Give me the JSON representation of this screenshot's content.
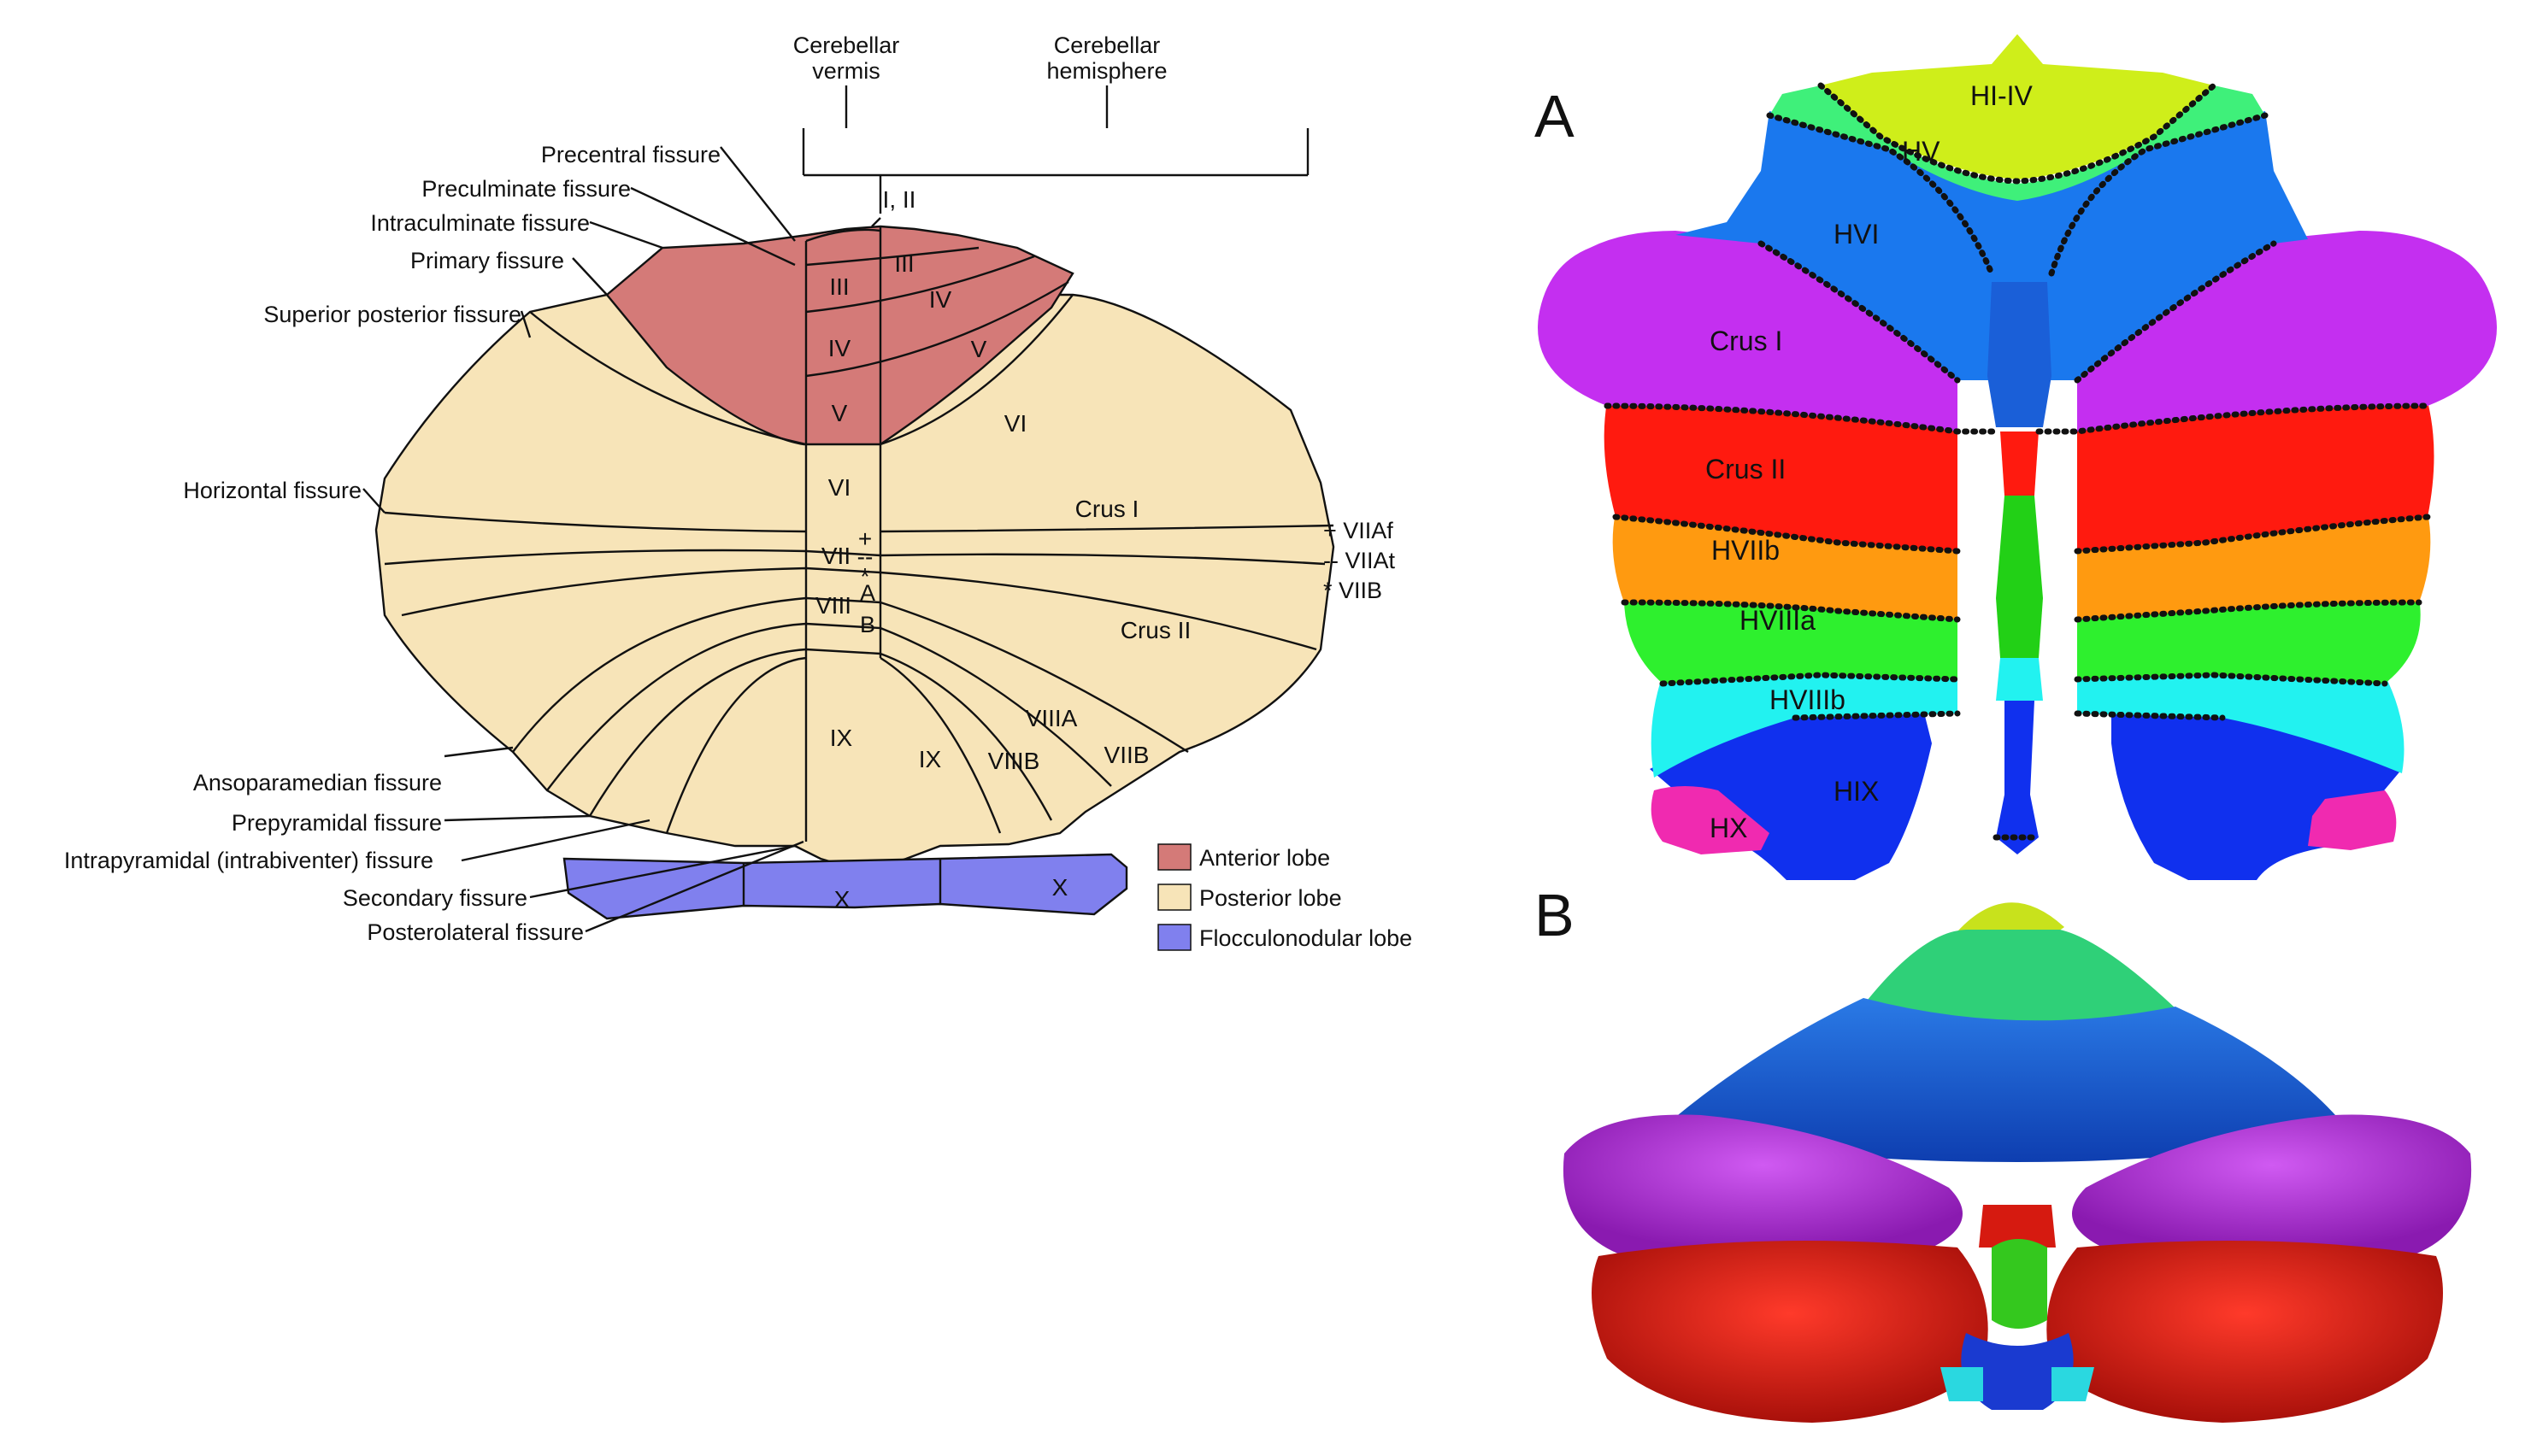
{
  "left_diagram": {
    "headers": {
      "vermis": [
        "Cerebellar",
        "vermis"
      ],
      "hemisphere": [
        "Cerebellar",
        "hemisphere"
      ]
    },
    "fissures": {
      "precentral": "Precentral fissure",
      "preculminate": "Preculminate fissure",
      "intraculminate": "Intraculminate fissure",
      "primary": "Primary fissure",
      "superior_posterior": "Superior posterior fissure",
      "horizontal": "Horizontal fissure",
      "ansoparamedian": "Ansoparamedian fissure",
      "prepyramidal": "Prepyramidal fissure",
      "intrapyramidal": "Intrapyramidal (intrabiventer) fissure",
      "secondary": "Secondary fissure",
      "posterolateral": "Posterolateral fissure"
    },
    "regions": {
      "i_ii": "I, II",
      "iii_v": "III",
      "iv_v": "IV",
      "v_v": "V",
      "iii_h": "III",
      "iv_h": "IV",
      "v_h": "V",
      "vi_v": "VI",
      "vi_h": "VI",
      "crus1": "Crus I",
      "crus2": "Crus II",
      "vii_v": "VII",
      "viii_v": "VIII",
      "a": "A",
      "b": "B",
      "ix_v": "IX",
      "ix_h": "IX",
      "viiib": "VIIIB",
      "viiia": "VIIIA",
      "viib": "VIIB",
      "x_left": "X",
      "x_right": "X",
      "plus": "+",
      "minus": "--",
      "star": "*"
    },
    "sublobule_key": [
      "+ VIIAf",
      "-- VIIAt",
      "* VIIB"
    ],
    "legend": [
      {
        "label": "Anterior lobe",
        "color": "#d47a78"
      },
      {
        "label": "Posterior lobe",
        "color": "#f7e4b8"
      },
      {
        "label": "Flocculonodular lobe",
        "color": "#8080ee"
      }
    ]
  },
  "panel_a": {
    "letter": "A",
    "labels": {
      "hi_iv": "HI-IV",
      "hv": "HV",
      "hvi": "HVI",
      "crus1": "Crus I",
      "crus2": "Crus II",
      "hviib": "HVIIb",
      "hviiia": "HVIIIa",
      "hviiib": "HVIIIb",
      "hix": "HIX",
      "hx": "HX"
    },
    "colors": {
      "hi_iv": "#cfee1a",
      "hv": "#3ff07a",
      "hvi": "#1a78ee",
      "crus1": "#c42ff0",
      "crus2": "#ff1a0f",
      "hviib": "#ff9a10",
      "hviiia": "#2ef02e",
      "hviiib": "#22f2f0",
      "hix": "#1030ee",
      "hx": "#f02ab0"
    }
  },
  "panel_b": {
    "letter": "B"
  }
}
